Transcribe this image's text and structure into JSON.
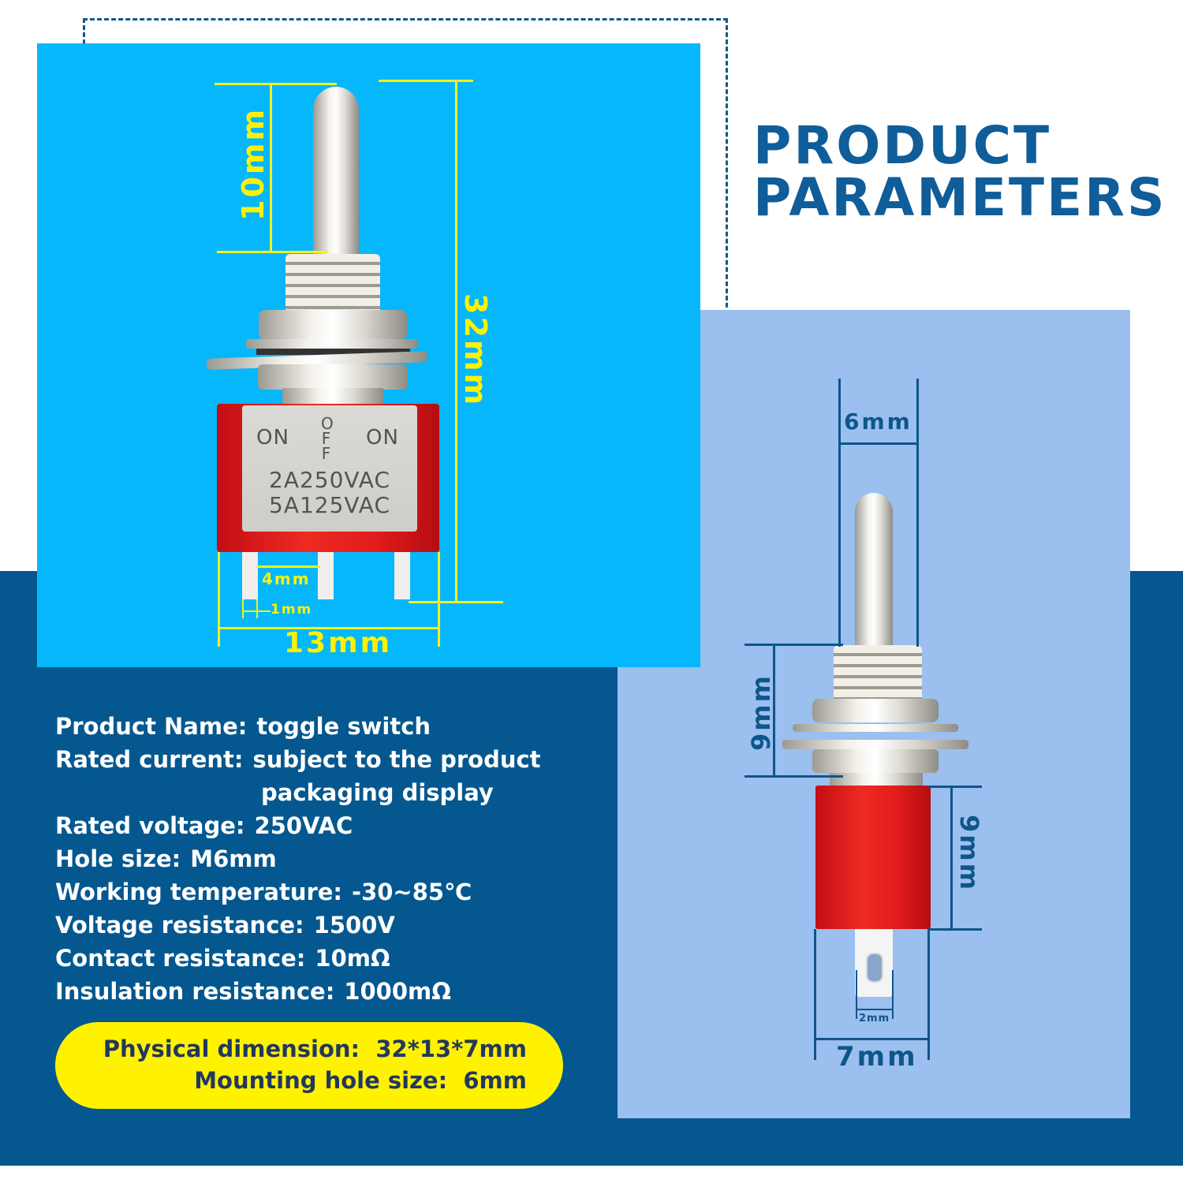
{
  "header": {
    "title_line1": "PRODUCT",
    "title_line2": "PARAMETERS"
  },
  "specs": [
    {
      "label": "Product Name:",
      "value": "toggle switch"
    },
    {
      "label": "Rated current:",
      "value": "subject to the product",
      "continuation": "packaging display"
    },
    {
      "label": "Rated voltage:",
      "value": "250VAC"
    },
    {
      "label": "Hole size:",
      "value": "M6mm"
    },
    {
      "label": "Working temperature:",
      "value": "-30~85℃"
    },
    {
      "label": "Voltage resistance:",
      "value": "1500V"
    },
    {
      "label": "Contact resistance:",
      "value": "10mΩ"
    },
    {
      "label": "Insulation resistance:",
      "value": "1000mΩ"
    }
  ],
  "highlight": {
    "line1": "Physical dimension:  32*13*7mm",
    "line2": "Mounting hole size:  6mm"
  },
  "front_view": {
    "markings": {
      "left": "ON",
      "middle": "OFF",
      "right": "ON",
      "rating1": "2A250VAC",
      "rating2": "5A125VAC"
    },
    "dimensions": {
      "lever_height": "10mm",
      "total_height": "32mm",
      "pin_pitch": "4mm",
      "pin_width": "1mm",
      "body_width": "13mm"
    }
  },
  "side_view": {
    "dimensions": {
      "lever_width": "6mm",
      "bushing_height": "9mm",
      "body_height": "9mm",
      "terminal_width": "2mm",
      "body_depth": "7mm"
    }
  },
  "colors": {
    "dark_blue": "#04588f",
    "cyan": "#07b7fb",
    "light_blue": "#9bbfee",
    "yellow": "#fff200",
    "title_blue": "#0f5d99",
    "switch_red": "#e31c1c"
  }
}
